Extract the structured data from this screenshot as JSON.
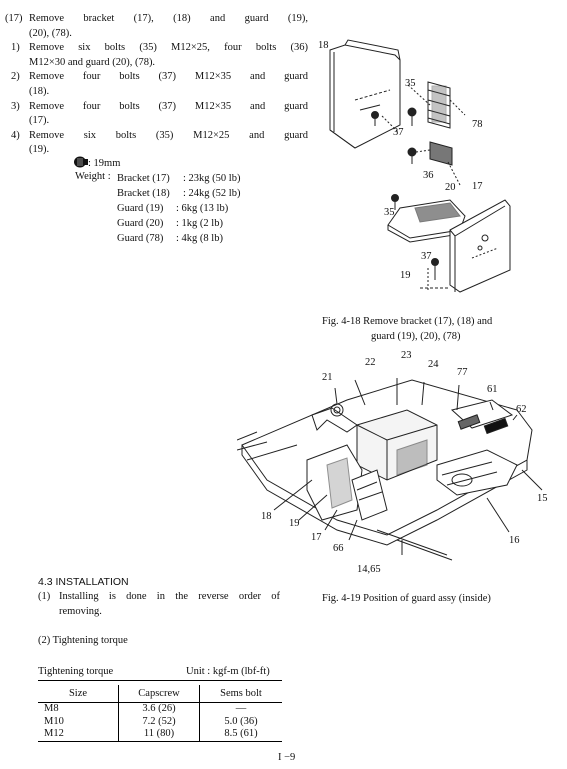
{
  "procedure": {
    "heading_num": "(17)",
    "heading_text": "Remove bracket (17), (18) and guard (19),",
    "heading_text2": "(20), (78).",
    "steps": [
      {
        "num": "1)",
        "line1": "Remove six bolts (35) M12×25, four bolts (36)",
        "line2": "M12×30   and guard (20), (78)."
      },
      {
        "num": "2)",
        "line1": "Remove four bolts (37) M12×35 and guard",
        "line2": "(18)."
      },
      {
        "num": "3)",
        "line1": "Remove four bolts (37) M12×35 and guard",
        "line2": "(17)."
      },
      {
        "num": "4)",
        "line1": "Remove six bolts (35) M12×25 and guard",
        "line2": "(19)."
      }
    ],
    "tool_size": ": 19mm",
    "weight_label": "Weight :",
    "weights": [
      {
        "part": "Bracket (17)",
        "value": ": 23kg (50 lb)"
      },
      {
        "part": "Bracket (18)",
        "value": ": 24kg (52 lb)"
      },
      {
        "part": "Guard (19)",
        "value": ":  6kg (13 lb)"
      },
      {
        "part": "Guard (20)",
        "value": ":  1kg (2 lb)"
      },
      {
        "part": "Guard (78)",
        "value": ":  4kg (8 lb)"
      }
    ]
  },
  "figure18": {
    "caption_line1": "Fig. 4-18   Remove bracket (17), (18) and",
    "caption_line2": "guard (19), (20), (78)",
    "labels": {
      "l18": "18",
      "l35a": "35",
      "l78": "78",
      "l37a": "37",
      "l36": "36",
      "l20": "20",
      "l17": "17",
      "l35b": "35",
      "l37b": "37",
      "l19": "19"
    }
  },
  "figure19": {
    "caption": "Fig. 4-19   Position of guard assy (inside)",
    "labels": {
      "l23": "23",
      "l22": "22",
      "l24": "24",
      "l21": "21",
      "l77": "77",
      "l61": "61",
      "l62": "62",
      "l15": "15",
      "l18": "18",
      "l19": "19",
      "l17": "17",
      "l66": "66",
      "l16": "16",
      "l14_65": "14,65"
    }
  },
  "installation": {
    "heading": "4.3  INSTALLATION",
    "item1_num": "(1)",
    "item1_line1": "Installing is done in the reverse order of",
    "item1_line2": "removing.",
    "item2": "(2)  Tightening torque"
  },
  "torque_table": {
    "title": "Tightening torque",
    "unit": "Unit : kgf-m (lbf-ft)",
    "headers": [
      "Size",
      "Capscrew",
      "Sems bolt"
    ],
    "rows": [
      [
        "M8",
        "3.6 (26)",
        "—"
      ],
      [
        "M10",
        "7.2 (52)",
        "5.0 (36)"
      ],
      [
        "M12",
        "11 (80)",
        "8.5 (61)"
      ]
    ]
  },
  "page_number": "I −9"
}
